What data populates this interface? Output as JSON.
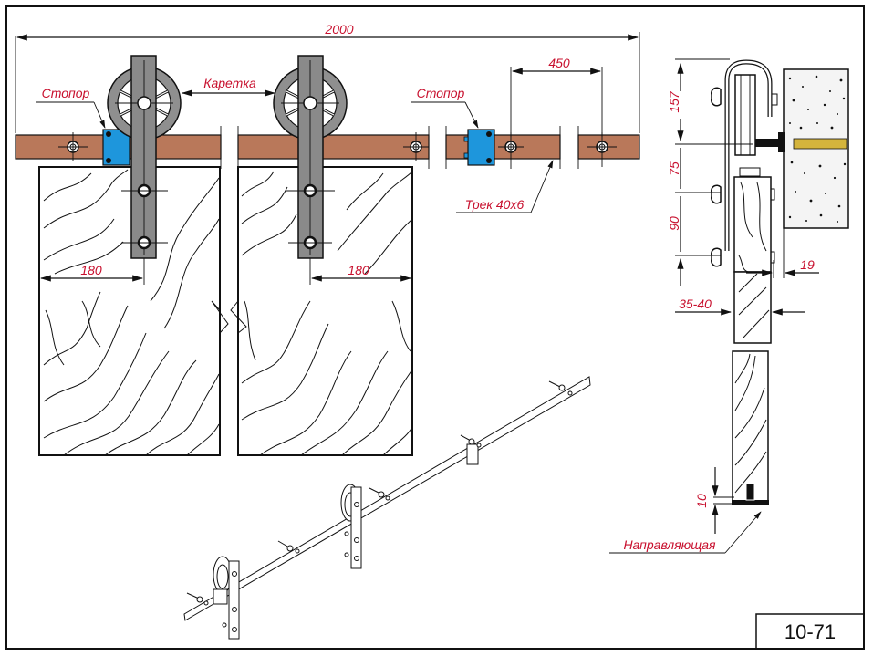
{
  "sheet": {
    "drawing_number": "10-71"
  },
  "front_view": {
    "overall_length_label": "2000",
    "carriage_label": "Каретка",
    "stopper_left_label": "Стопор",
    "stopper_right_label": "Стопор",
    "bracket_spacing_label": "450",
    "track_label": "Трек 40x6",
    "left_hanger_offset_label": "180",
    "right_hanger_offset_label": "180"
  },
  "side_view": {
    "dim_wheel_height": "157",
    "dim_bolt_spacing_top": "75",
    "dim_bolt_spacing_bottom": "90",
    "dim_wall_gap": "19",
    "dim_door_thickness": "35-40",
    "dim_guide_gap": "10",
    "guide_label": "Направляющая"
  },
  "colors": {
    "track": "#b9785a",
    "stopper": "#1e96dc",
    "hanger": "#8a8a8a",
    "wheel": "#8f8f8f",
    "dimension_text": "#c8102e",
    "anchor": "#d4b43c"
  }
}
